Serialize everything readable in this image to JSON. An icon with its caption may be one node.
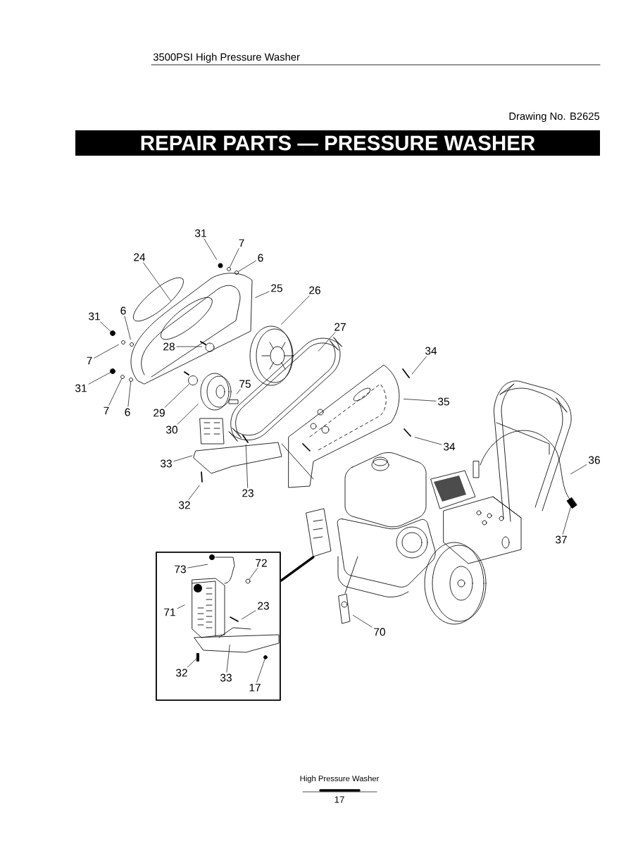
{
  "diagram": {
    "title": "REPAIR PARTS — PRESSURE WASHER",
    "nodes": [
      {
        "text": [
          "31"
        ]
      },
      {
        "text": [
          "7"
        ]
      },
      {
        "text": [
          "6"
        ]
      },
      {
        "text": [
          "24"
        ]
      },
      {
        "text": [
          "25"
        ]
      },
      {
        "text": [
          "26"
        ]
      },
      {
        "text": [
          "27"
        ]
      },
      {
        "text": [
          "31"
        ]
      },
      {
        "text": [
          "6"
        ]
      },
      {
        "text": [
          "28"
        ]
      },
      {
        "text": [
          "7"
        ]
      },
      {
        "text": [
          "31"
        ]
      },
      {
        "text": [
          "7"
        ]
      },
      {
        "text": [
          "6"
        ]
      },
      {
        "text": [
          "29"
        ]
      },
      {
        "text": [
          "30"
        ]
      },
      {
        "text": [
          "75"
        ]
      },
      {
        "text": [
          "34"
        ]
      },
      {
        "text": [
          "35"
        ]
      },
      {
        "text": [
          "34"
        ]
      },
      {
        "text": [
          "33"
        ]
      },
      {
        "text": [
          "32"
        ]
      },
      {
        "text": [
          "23"
        ]
      },
      {
        "text": [
          "36"
        ]
      },
      {
        "text": [
          "37"
        ]
      },
      {
        "text": [
          "70"
        ]
      },
      {
        "text": [],
        "shape": "box"
      },
      {
        "text": [
          "73"
        ],
        "in": 26
      },
      {
        "text": [
          "72"
        ],
        "in": 26
      },
      {
        "text": [
          "71"
        ],
        "in": 26
      },
      {
        "text": [
          "23"
        ],
        "in": 26
      },
      {
        "text": [
          "32"
        ],
        "in": 26
      },
      {
        "text": [
          "33"
        ],
        "in": 26
      },
      {
        "text": [
          "17"
        ],
        "in": 26
      },
      {
        "text": [],
        "shape": "circle"
      },
      {
        "text": [],
        "shape": "circle"
      },
      {
        "text": [],
        "shape": "circle"
      },
      {
        "text": [],
        "shape": "circle"
      },
      {
        "text": [],
        "shape": "circle"
      },
      {
        "text": [],
        "shape": "circle"
      },
      {
        "text": [],
        "shape": "box"
      },
      {
        "text": [],
        "shape": "circle",
        "in": 26
      },
      {
        "text": [],
        "shape": "bar",
        "in": 26
      },
      {
        "text": [],
        "shape": "circle",
        "in": 26
      },
      {
        "text": [],
        "shape": "circle"
      }
    ],
    "edges": [
      {
        "from": 0,
        "to": null,
        "arrow": "none"
      },
      {
        "from": 1,
        "to": 44,
        "arrow": "none"
      },
      {
        "from": 2,
        "to": 34,
        "arrow": "none"
      },
      {
        "from": 3,
        "to": null,
        "arrow": "none"
      },
      {
        "from": 4,
        "to": null,
        "arrow": "none"
      },
      {
        "from": 5,
        "to": null,
        "arrow": "none"
      },
      {
        "from": 6,
        "to": null,
        "arrow": "none"
      },
      {
        "from": 7,
        "to": 35,
        "arrow": "none"
      },
      {
        "from": 8,
        "to": null,
        "arrow": "none"
      },
      {
        "from": 9,
        "to": null,
        "arrow": "none"
      },
      {
        "from": 10,
        "to": null,
        "arrow": "none"
      },
      {
        "from": 11,
        "to": 36,
        "arrow": "none"
      },
      {
        "from": 12,
        "to": 37,
        "arrow": "none"
      },
      {
        "from": 13,
        "to": 38,
        "arrow": "none"
      },
      {
        "from": 14,
        "to": 39,
        "arrow": "none"
      },
      {
        "from": 15,
        "to": null,
        "arrow": "none"
      },
      {
        "from": 16,
        "to": null,
        "arrow": "none"
      },
      {
        "from": 17,
        "to": null,
        "arrow": "none"
      },
      {
        "from": 18,
        "to": null,
        "arrow": "none"
      },
      {
        "from": 19,
        "to": null,
        "arrow": "none"
      },
      {
        "from": 20,
        "to": null,
        "arrow": "none"
      },
      {
        "from": 21,
        "to": null,
        "arrow": "none"
      },
      {
        "from": 22,
        "to": null,
        "arrow": "none"
      },
      {
        "from": 23,
        "to": null,
        "arrow": "none"
      },
      {
        "from": 24,
        "to": 40,
        "arrow": "none"
      },
      {
        "from": 25,
        "to": null,
        "arrow": "none"
      },
      {
        "from": 26,
        "to": null,
        "arrow": "none",
        "style": "thick"
      },
      {
        "from": 27,
        "to": null,
        "arrow": "none"
      },
      {
        "from": 28,
        "to": 41,
        "arrow": "none"
      },
      {
        "from": 29,
        "to": null,
        "arrow": "none"
      },
      {
        "from": 30,
        "to": null,
        "arrow": "none"
      },
      {
        "from": 31,
        "to": 42,
        "arrow": "none"
      },
      {
        "from": 32,
        "to": null,
        "arrow": "none"
      },
      {
        "from": 33,
        "to": 43,
        "arrow": "none"
      }
    ],
    "labels": [
      "3500PSI  High Pressure Washer",
      "Drawing No. B2625",
      "High Pressure Washer",
      "17"
    ]
  }
}
